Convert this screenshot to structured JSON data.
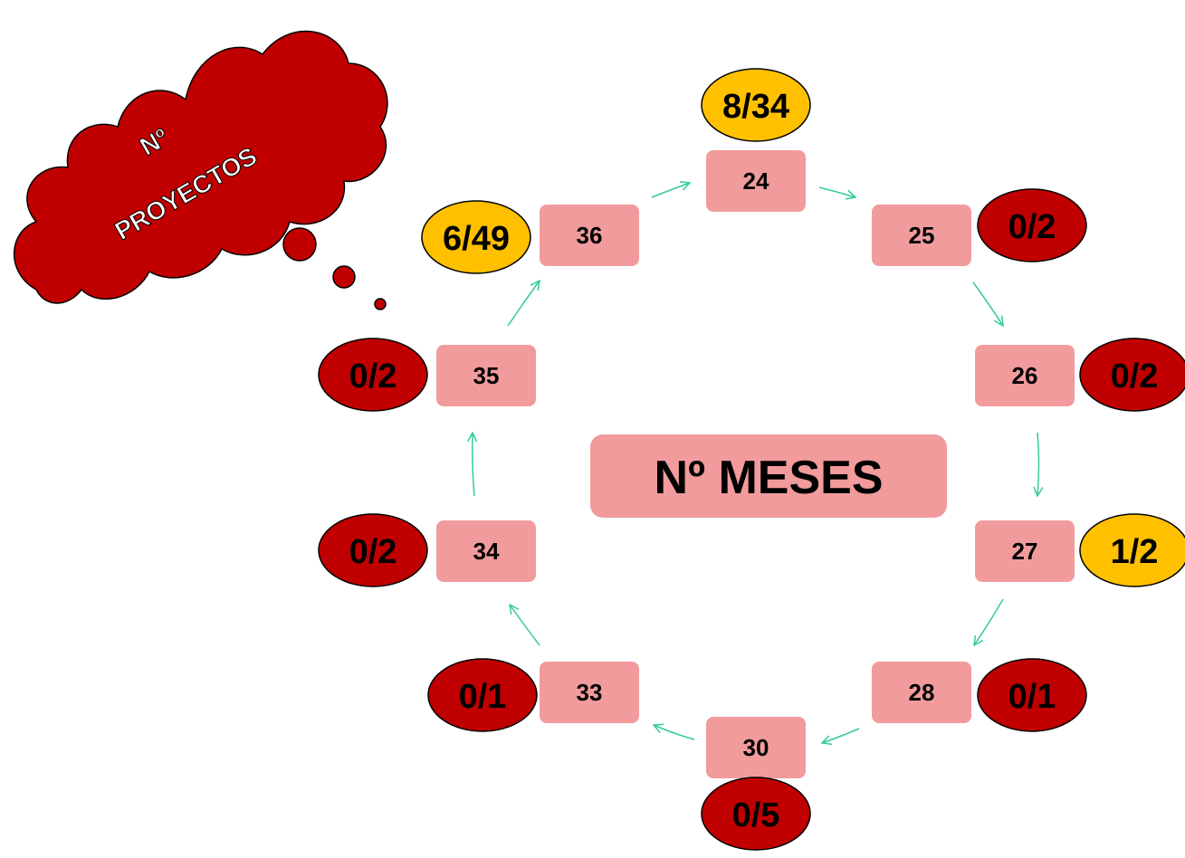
{
  "center_label": "Nº MESES",
  "thought_cloud": {
    "line1": "Nº",
    "line2": "PROYECTOS"
  },
  "colors": {
    "box_fill": "#f19b9d",
    "red_badge": "#c00000",
    "yellow_badge": "#ffc000",
    "arrow": "#33cc99",
    "text": "#000000"
  },
  "nodes": [
    {
      "months": "24",
      "projects": "8/34",
      "badge_color": "yellow"
    },
    {
      "months": "25",
      "projects": "0/2",
      "badge_color": "red"
    },
    {
      "months": "26",
      "projects": "0/2",
      "badge_color": "red"
    },
    {
      "months": "27",
      "projects": "1/2",
      "badge_color": "yellow"
    },
    {
      "months": "28",
      "projects": "0/1",
      "badge_color": "red"
    },
    {
      "months": "30",
      "projects": "0/5",
      "badge_color": "red"
    },
    {
      "months": "33",
      "projects": "0/1",
      "badge_color": "red"
    },
    {
      "months": "34",
      "projects": "0/2",
      "badge_color": "red"
    },
    {
      "months": "35",
      "projects": "0/2",
      "badge_color": "red"
    },
    {
      "months": "36",
      "projects": "6/49",
      "badge_color": "yellow"
    }
  ]
}
